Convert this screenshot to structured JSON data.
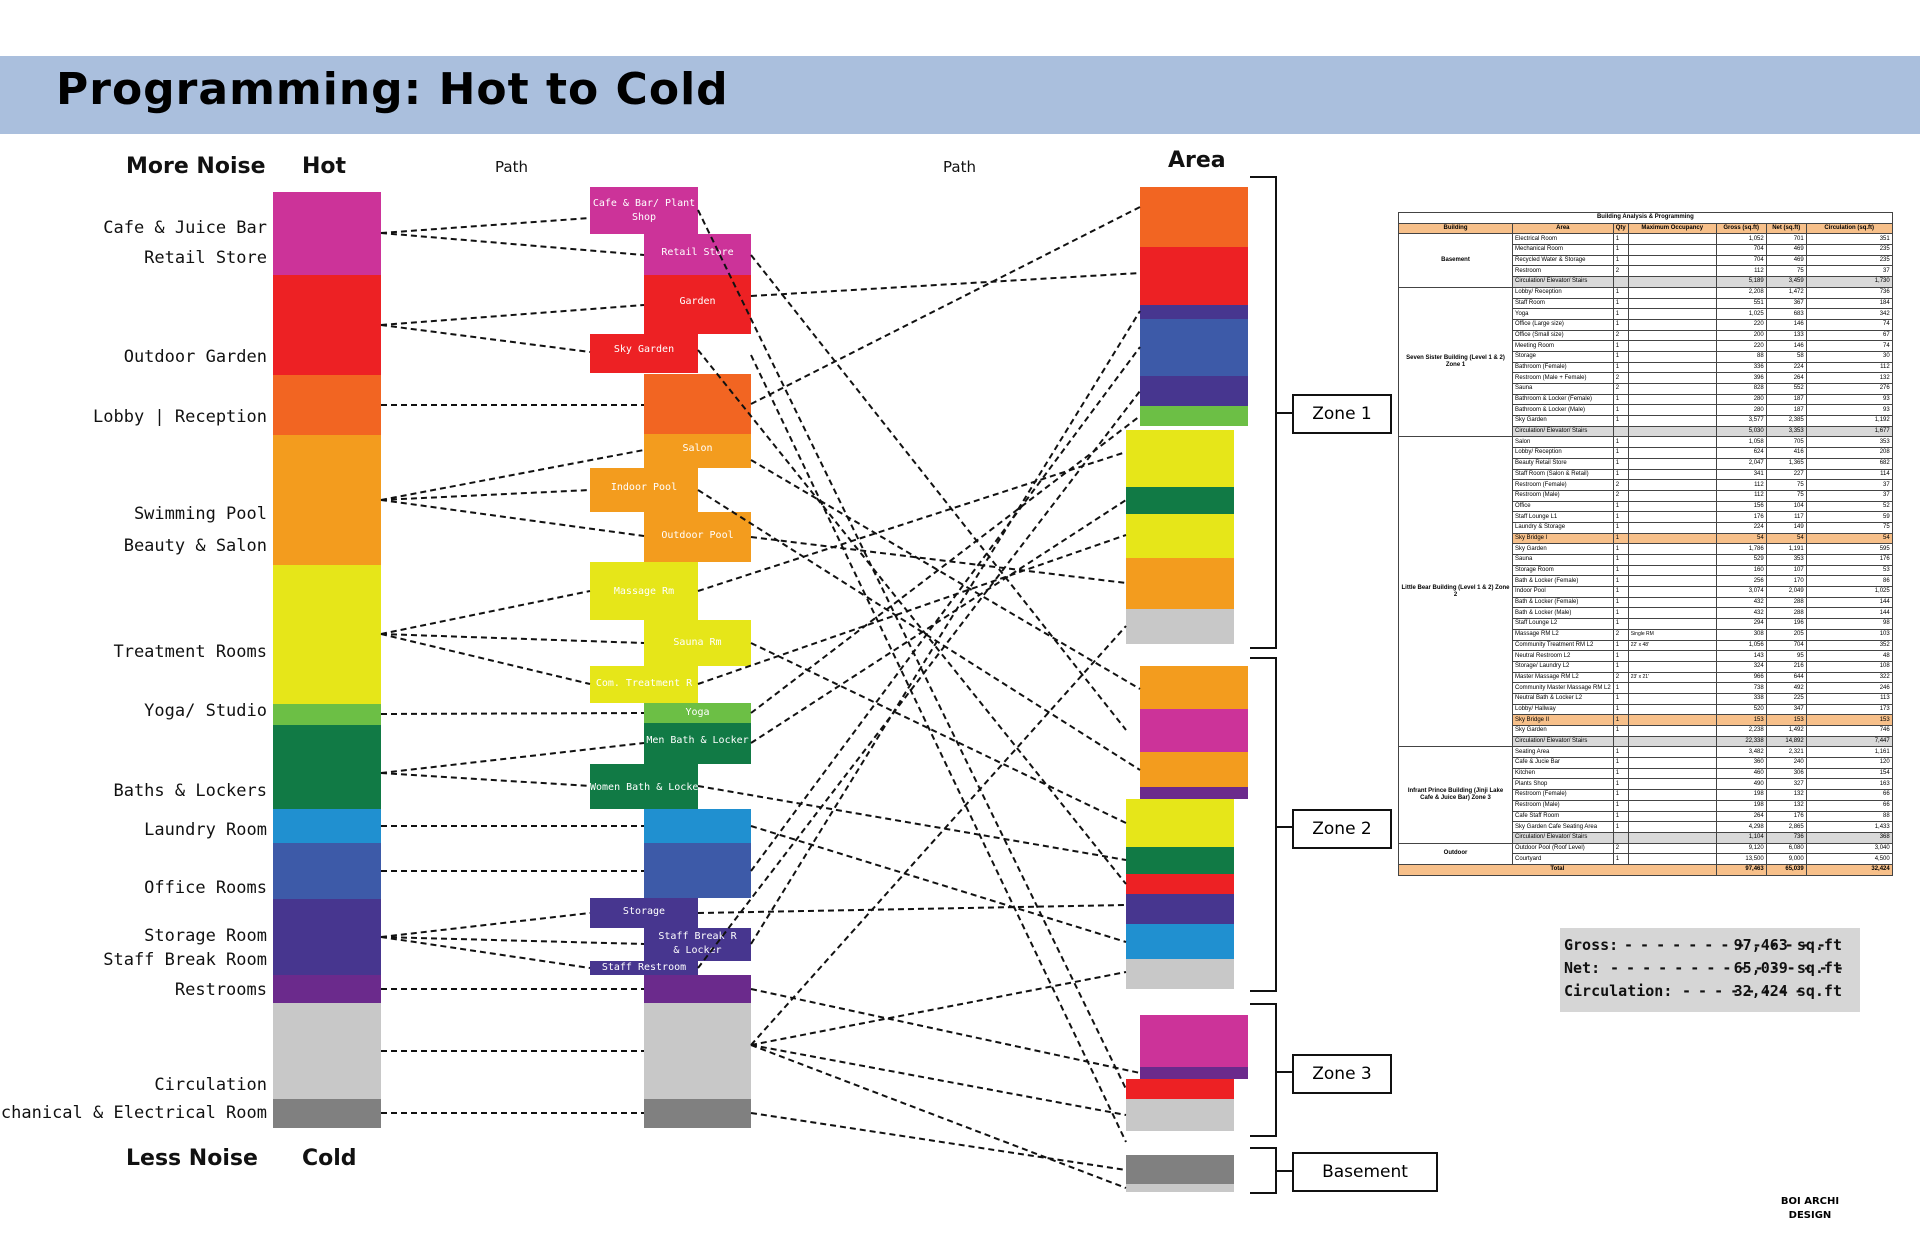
{
  "title": "Programming: Hot to Cold",
  "headers": {
    "more_noise": "More Noise",
    "hot": "Hot",
    "path_left": "Path",
    "path_right": "Path",
    "area": "Area",
    "less_noise": "Less Noise",
    "cold": "Cold"
  },
  "colors": {
    "magenta": "#cc3399",
    "red": "#ed2124",
    "orange": "#f26522",
    "amber": "#f39c1e",
    "yellow": "#e6e619",
    "lightgreen": "#6cbf45",
    "green": "#117a45",
    "sky": "#2090d0",
    "blue": "#3d5aa8",
    "indigo": "#47368f",
    "purple": "#6b2a8c",
    "lightgray": "#c8c8c8",
    "darkgray": "#808080",
    "title_bar": "#aabfdd"
  },
  "program_labels": [
    "Cafe & Juice Bar",
    "Retail Store",
    "Outdoor Garden",
    "Lobby | Reception",
    "Swimming Pool",
    "Beauty & Salon",
    "Treatment Rooms",
    "Yoga/ Studio",
    "Baths & Lockers",
    "Laundry Room",
    "Office Rooms",
    "Storage Room",
    "Staff Break Room",
    "Restrooms",
    "Circulation",
    "Mechanical & Electrical Room"
  ],
  "path_labels": {
    "cafe": "Cafe & Bar/ Plant Shop",
    "retail": "Retail Store",
    "garden": "Garden",
    "sky_garden": "Sky Garden",
    "salon": "Salon",
    "indoor_pool": "Indoor Pool",
    "outdoor_pool": "Outdoor Pool",
    "massage": "Massage Rm",
    "sauna": "Sauna Rm",
    "com_treatment": "Com. Treatment R",
    "yoga": "Yoga",
    "men_bath": "Men Bath & Locker",
    "women_bath": "Women Bath & Locker",
    "storage": "Storage",
    "staff_break": "Staff Break R & Locker",
    "staff_restroom": "Staff Restroom"
  },
  "zones": {
    "zone1": "Zone 1",
    "zone2": "Zone 2",
    "zone3": "Zone 3",
    "basement": "Basement"
  },
  "summary": {
    "gross_label": "Gross:",
    "gross_value": "97,463 sq.ft",
    "net_label": "Net:",
    "net_value": "65,039 sq.ft",
    "circ_label": "Circulation:",
    "circ_value": "32,424 sq.ft"
  },
  "brand": {
    "line1": "BOI ARCHI",
    "line2": "DESIGN"
  },
  "table": {
    "caption": "Building Analysis & Programming",
    "headers": [
      "Building",
      "Area",
      "Qty",
      "Maximum Occupancy",
      "Gross (sq.ft)",
      "Net (sq.ft)",
      "Circulation (sq.ft)"
    ],
    "groups": [
      {
        "building": "Basement",
        "rows": [
          [
            "Electrical Room",
            "1",
            "",
            "1,052",
            "701",
            "351"
          ],
          [
            "Mechanical Room",
            "1",
            "",
            "704",
            "469",
            "235"
          ],
          [
            "Recycled Water & Storage",
            "1",
            "",
            "704",
            "469",
            "235"
          ],
          [
            "Restroom",
            "2",
            "",
            "112",
            "75",
            "37"
          ],
          [
            "Circulation/ Elevator/ Stairs",
            "",
            "",
            "5,189",
            "3,459",
            "1,730",
            "circ"
          ]
        ]
      },
      {
        "building": "Seven Sister Building (Level 1 & 2) Zone 1",
        "rows": [
          [
            "Lobby/ Reception",
            "1",
            "",
            "2,208",
            "1,472",
            "736"
          ],
          [
            "Staff Room",
            "1",
            "",
            "551",
            "367",
            "184"
          ],
          [
            "Yoga",
            "1",
            "",
            "1,025",
            "683",
            "342"
          ],
          [
            "Office (Large size)",
            "1",
            "",
            "220",
            "146",
            "74"
          ],
          [
            "Office (Small size)",
            "2",
            "",
            "200",
            "133",
            "67"
          ],
          [
            "Meeting Room",
            "1",
            "",
            "220",
            "146",
            "74"
          ],
          [
            "Storage",
            "1",
            "",
            "88",
            "58",
            "30"
          ],
          [
            "Bathroom (Female)",
            "1",
            "",
            "336",
            "224",
            "112"
          ],
          [
            "Restroom (Male + Female)",
            "2",
            "",
            "396",
            "264",
            "132"
          ],
          [
            "Sauna",
            "2",
            "",
            "828",
            "552",
            "276"
          ],
          [
            "Bathroom & Locker (Female)",
            "1",
            "",
            "280",
            "187",
            "93"
          ],
          [
            "Bathroom & Locker (Male)",
            "1",
            "",
            "280",
            "187",
            "93"
          ],
          [
            "Sky Garden",
            "1",
            "",
            "3,577",
            "2,385",
            "1,192"
          ],
          [
            "Circulation/ Elevator/ Stairs",
            "",
            "",
            "5,030",
            "3,353",
            "1,677",
            "circ"
          ]
        ]
      },
      {
        "building": "Little Bear Building (Level 1 & 2) Zone 2",
        "rows": [
          [
            "Salon",
            "1",
            "",
            "1,058",
            "705",
            "353"
          ],
          [
            "Lobby/ Reception",
            "1",
            "",
            "624",
            "416",
            "208"
          ],
          [
            "Beauty Retail Store",
            "1",
            "",
            "2,047",
            "1,365",
            "682"
          ],
          [
            "Staff Room (Salon & Retail)",
            "1",
            "",
            "341",
            "227",
            "114"
          ],
          [
            "Restroom (Female)",
            "2",
            "",
            "112",
            "75",
            "37"
          ],
          [
            "Restroom (Male)",
            "2",
            "",
            "112",
            "75",
            "37"
          ],
          [
            "Office",
            "1",
            "",
            "156",
            "104",
            "52"
          ],
          [
            "Staff Lounge L1",
            "1",
            "",
            "176",
            "117",
            "59"
          ],
          [
            "Laundry & Storage",
            "1",
            "",
            "224",
            "149",
            "75"
          ],
          [
            "Sky Bridge I",
            "1",
            "",
            "54",
            "54",
            "54",
            "hl"
          ],
          [
            "Sky Garden",
            "1",
            "",
            "1,786",
            "1,191",
            "595"
          ],
          [
            "Sauna",
            "1",
            "",
            "529",
            "353",
            "176"
          ],
          [
            "Storage Room",
            "1",
            "",
            "160",
            "107",
            "53"
          ],
          [
            "Bath & Locker (Female)",
            "1",
            "",
            "256",
            "170",
            "86"
          ],
          [
            "Indoor Pool",
            "1",
            "",
            "3,074",
            "2,049",
            "1,025"
          ],
          [
            "Bath & Locker (Female)",
            "1",
            "",
            "432",
            "288",
            "144"
          ],
          [
            "Bath & Locker (Male)",
            "1",
            "",
            "432",
            "288",
            "144"
          ],
          [
            "Staff Lounge L2",
            "1",
            "",
            "294",
            "196",
            "98"
          ],
          [
            "Massage RM L2",
            "2",
            "Single RM",
            "308",
            "205",
            "103"
          ],
          [
            "Community Treatment RM L2",
            "1",
            "22' x 48'",
            "1,056",
            "704",
            "352"
          ],
          [
            "Neutral Restroom L2",
            "1",
            "",
            "143",
            "95",
            "48"
          ],
          [
            "Storage/ Laundry L2",
            "1",
            "",
            "324",
            "216",
            "108"
          ],
          [
            "Master Massage RM L2",
            "2",
            "23' x 21'",
            "966",
            "644",
            "322"
          ],
          [
            "Community Master Massage RM L2",
            "1",
            "",
            "738",
            "492",
            "246"
          ],
          [
            "Neutral Bath & Locker L2",
            "1",
            "",
            "338",
            "225",
            "113"
          ],
          [
            "Lobby/ Hallway",
            "1",
            "",
            "520",
            "347",
            "173"
          ],
          [
            "Sky Bridge II",
            "1",
            "",
            "153",
            "153",
            "153",
            "hl"
          ],
          [
            "Sky Garden",
            "1",
            "",
            "2,238",
            "1,492",
            "746"
          ],
          [
            "Circulation/ Elevator/ Stairs",
            "",
            "",
            "22,338",
            "14,892",
            "7,447",
            "circ"
          ]
        ]
      },
      {
        "building": "Infrant Prince Building (Jinji Lake Cafe & Juice Bar) Zone 3",
        "rows": [
          [
            "Seating Area",
            "1",
            "",
            "3,482",
            "2,321",
            "1,161"
          ],
          [
            "Cafe & Jucie Bar",
            "1",
            "",
            "360",
            "240",
            "120"
          ],
          [
            "Kitchen",
            "1",
            "",
            "460",
            "306",
            "154"
          ],
          [
            "Plants Shop",
            "1",
            "",
            "490",
            "327",
            "163"
          ],
          [
            "Restroom (Female)",
            "1",
            "",
            "198",
            "132",
            "66"
          ],
          [
            "Restroom (Male)",
            "1",
            "",
            "198",
            "132",
            "66"
          ],
          [
            "Cafe Staff Room",
            "1",
            "",
            "264",
            "176",
            "88"
          ],
          [
            "Sky Garden Cafe Seating Area",
            "1",
            "",
            "4,298",
            "2,865",
            "1,433"
          ],
          [
            "Circulation/ Elevator/ Stairs",
            "",
            "",
            "1,104",
            "736",
            "368",
            "circ"
          ]
        ]
      },
      {
        "building": "Outdoor",
        "rows": [
          [
            "Outdoor Pool (Roof Level)",
            "2",
            "",
            "9,120",
            "6,080",
            "3,040"
          ],
          [
            "Courtyard",
            "1",
            "",
            "13,500",
            "9,000",
            "4,500"
          ]
        ]
      }
    ],
    "total": [
      "Total",
      "97,463",
      "65,039",
      "32,424"
    ]
  }
}
